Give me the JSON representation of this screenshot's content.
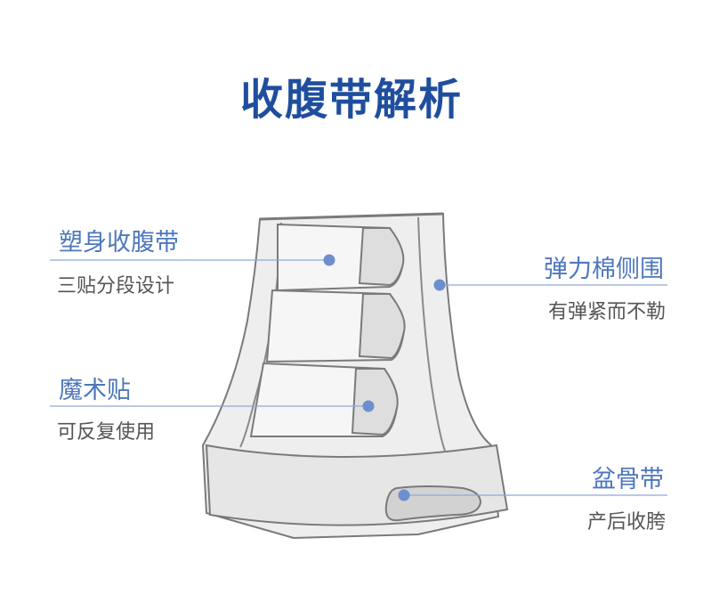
{
  "title": "收腹带解析",
  "colors": {
    "title": "#1f4e9e",
    "label": "#4e77bc",
    "dot": "#6d8fce",
    "line": "#8fa9d8",
    "belt_fill": "#ececec",
    "belt_stroke": "#7a7a7a"
  },
  "callouts": {
    "shaping": {
      "label": "塑身收腹带",
      "sub": "三贴分段设计"
    },
    "velcro": {
      "label": "魔术贴",
      "sub": "可反复使用"
    },
    "elastic": {
      "label": "弹力棉侧围",
      "sub": "有弹紧而不勒"
    },
    "pelvic": {
      "label": "盆骨带",
      "sub": "产后收胯"
    }
  }
}
